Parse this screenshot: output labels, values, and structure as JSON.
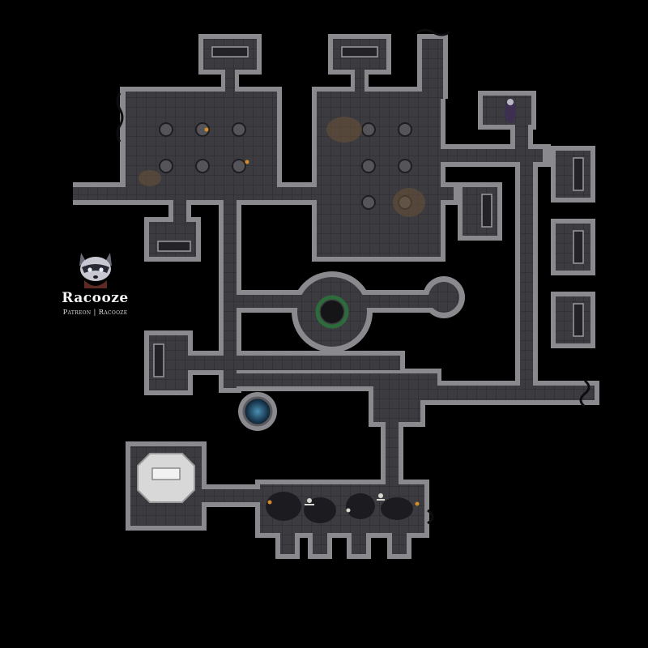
{
  "brand": {
    "name": "Racooze",
    "subtitle": "Patreon | Racooze"
  },
  "map": {
    "theme": "dungeon",
    "background_color": "#000000",
    "floor_color": "#3a3a3e",
    "wall_color": "#8a8a8e",
    "features": [
      "stone-tile-floor",
      "pillars",
      "sarcophagus-alcoves",
      "circular-portal-room",
      "well",
      "altar",
      "rubble",
      "skeletons",
      "hooded-figure"
    ]
  }
}
